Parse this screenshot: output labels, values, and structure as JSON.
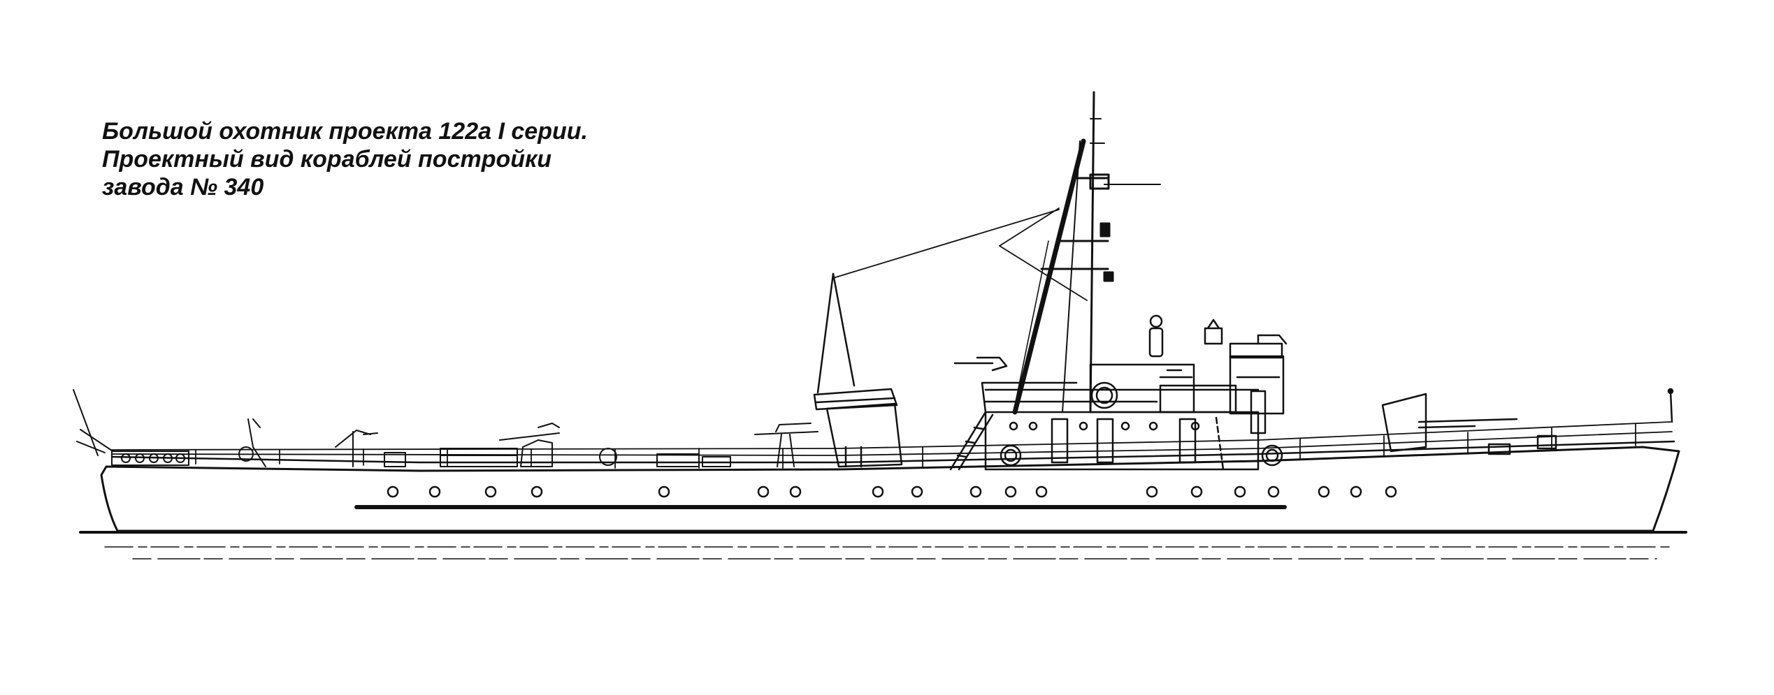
{
  "caption": {
    "line1": "Большой охотник проекта 122а I серии.",
    "line2": "Проектный вид кораблей постройки",
    "line3": "завода № 340"
  },
  "colors": {
    "ink": "#111111",
    "paper": "#ffffff"
  }
}
